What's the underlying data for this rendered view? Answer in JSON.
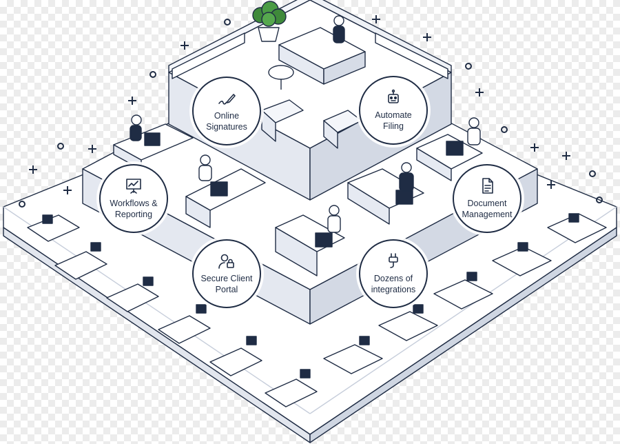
{
  "features": {
    "online_signatures": "Online\nSignatures",
    "automate_filing": "Automate\nFiling",
    "workflows_reporting": "Workflows &\nReporting",
    "document_management": "Document\nManagement",
    "secure_client_portal": "Secure Client\nPortal",
    "integrations": "Dozens of\nintegrations"
  },
  "icons": {
    "online_signatures": "pen-signature-icon",
    "automate_filing": "robot-icon",
    "workflows_reporting": "presentation-chart-icon",
    "document_management": "document-icon",
    "secure_client_portal": "user-lock-icon",
    "integrations": "plug-icon"
  },
  "colors": {
    "outline": "#1f2c44",
    "floor": "#ffffff",
    "shadow": "#dfe4ee",
    "monitor": "#1f2c44",
    "plant": "#3f8a3a"
  }
}
